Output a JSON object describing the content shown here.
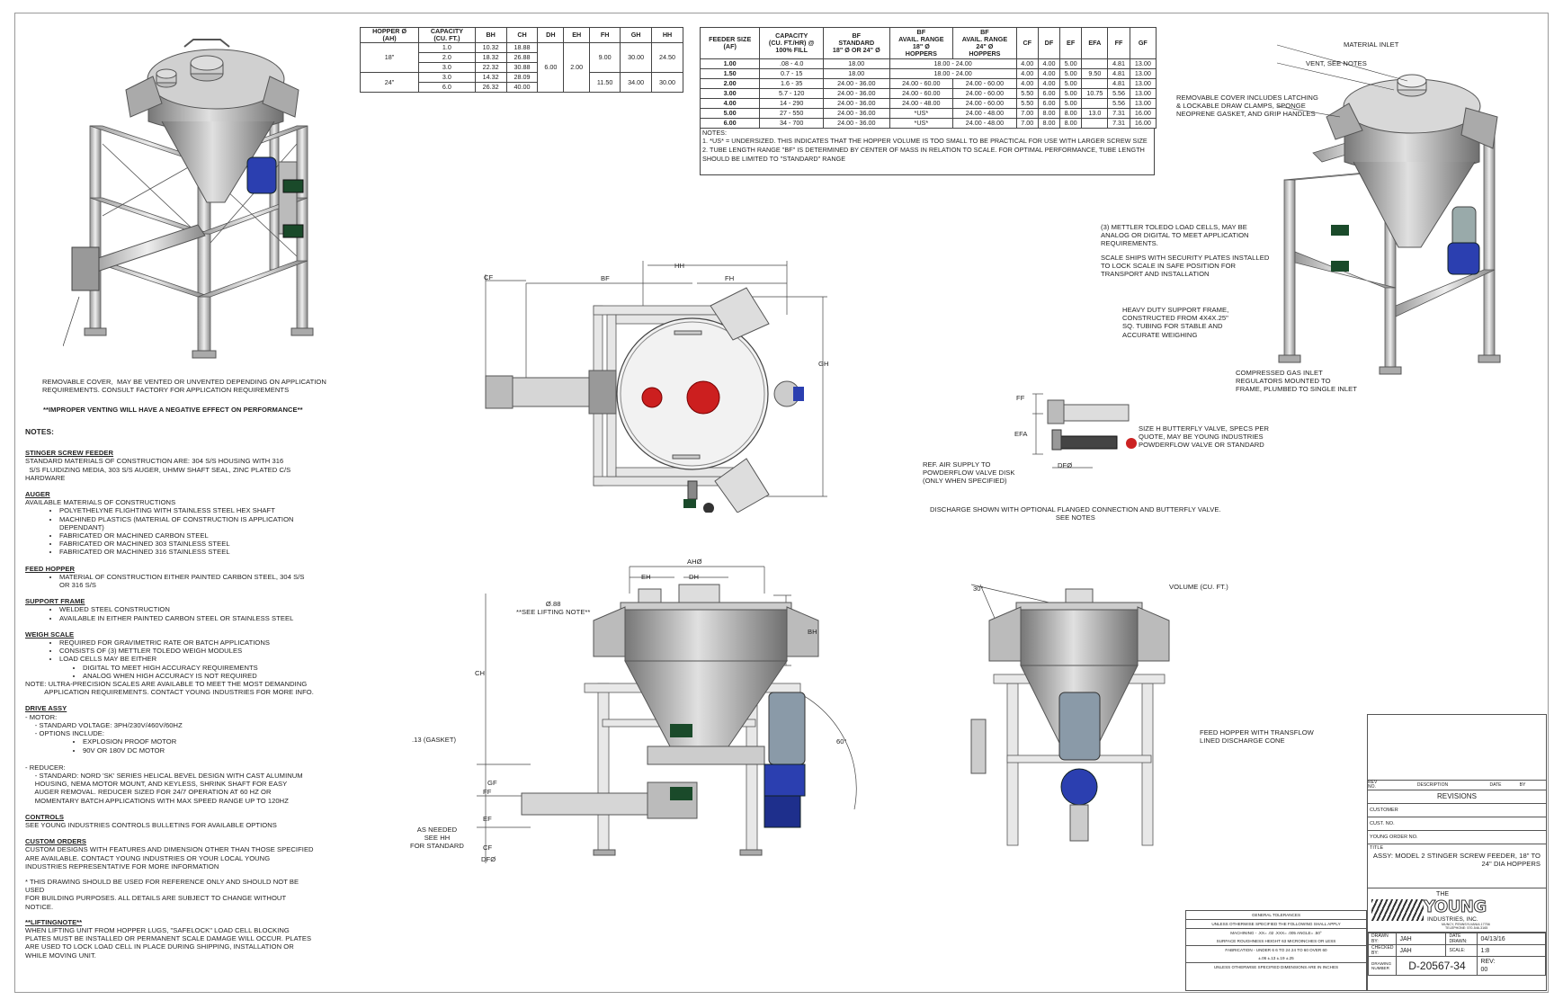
{
  "hopper_table": {
    "headers": [
      "HOPPER Ø\n(AH)",
      "CAPACITY\n(CU. FT.)",
      "BH",
      "CH",
      "DH",
      "EH",
      "FH",
      "GH",
      "HH"
    ],
    "rows": [
      [
        "",
        "1.0",
        "10.32",
        "18.88"
      ],
      [
        "18\"",
        "2.0",
        "18.32",
        "26.88"
      ],
      [
        "",
        "3.0",
        "22.32",
        "30.88"
      ],
      [
        "24\"",
        "3.0",
        "14.32",
        "28.09"
      ],
      [
        "",
        "6.0",
        "26.32",
        "40.00"
      ]
    ],
    "dh": "6.00",
    "eh": "2.00",
    "fh_18": "9.00",
    "gh_18": "30.00",
    "hh_18": "24.50",
    "fh_24": "11.50",
    "gh_24": "34.00",
    "hh_24": "30.00"
  },
  "feeder_table": {
    "headers": [
      "FEEDER SIZE\n(AF)",
      "CAPACITY\n(CU. FT./HR) @\n100% FILL",
      "BF\nSTANDARD\n18\" Ø OR 24\" Ø",
      "BF\nAVAIL. RANGE\n18\" Ø\nHOPPERS",
      "BF\nAVAIL. RANGE\n24\" Ø\nHOPPERS",
      "CF",
      "DF",
      "EF",
      "EFA",
      "FF",
      "GF"
    ],
    "rows": [
      [
        "1.00",
        ".08 - 4.0",
        "18.00",
        "18.00 - 24.00",
        "",
        "4.00",
        "4.00",
        "5.00",
        "",
        "4.81",
        "13.00"
      ],
      [
        "1.50",
        "0.7 - 15",
        "18.00",
        "18.00 - 24.00",
        "",
        "4.00",
        "4.00",
        "5.00",
        "9.50",
        "4.81",
        "13.00"
      ],
      [
        "2.00",
        "1.6 - 35",
        "24.00 - 36.00",
        "24.00 - 60.00",
        "24.00 - 60.00",
        "4.00",
        "4.00",
        "5.00",
        "",
        "4.81",
        "13.00"
      ],
      [
        "3.00",
        "5.7 - 120",
        "24.00 - 36.00",
        "24.00 - 60.00",
        "24.00 - 60.00",
        "5.50",
        "6.00",
        "5.00",
        "10.75",
        "5.56",
        "13.00"
      ],
      [
        "4.00",
        "14 - 290",
        "24.00 - 36.00",
        "24.00 - 48.00",
        "24.00 - 60.00",
        "5.50",
        "6.00",
        "5.00",
        "",
        "5.56",
        "13.00"
      ],
      [
        "5.00",
        "27 - 550",
        "24.00 - 36.00",
        "*US*",
        "24.00 - 48.00",
        "7.00",
        "8.00",
        "8.00",
        "13.0",
        "7.31",
        "16.00"
      ],
      [
        "6.00",
        "34 - 700",
        "24.00 - 36.00",
        "*US*",
        "24.00 - 48.00",
        "7.00",
        "8.00",
        "8.00",
        "",
        "7.31",
        "16.00"
      ]
    ],
    "notes_title": "NOTES:",
    "note1": "1.  *US* = UNDERSIZED. THIS INDICATES THAT THE HOPPER VOLUME IS TOO SMALL TO BE PRACTICAL FOR USE WITH LARGER SCREW SIZE",
    "note2": "2.  TUBE LENGTH RANGE \"BF\" IS DETERMINED BY CENTER OF MASS IN RELATION TO SCALE. FOR OPTIMAL PERFORMANCE, TUBE LENGTH SHOULD BE LIMITED TO \"STANDARD\" RANGE"
  },
  "callouts": {
    "removable_cover_left": "REMOVABLE COVER,  MAY BE VENTED OR UNVENTED DEPENDING ON APPLICATION\nREQUIREMENTS. CONSULT FACTORY FOR APPLICATION REQUIREMENTS",
    "improper_venting": "**IMPROPER VENTING WILL HAVE A NEGATIVE EFFECT ON PERFORMANCE**",
    "material_inlet": "MATERIAL INLET",
    "vent": "VENT, SEE NOTES",
    "removable_cover_right": "REMOVABLE COVER INCLUDES LATCHING\n& LOCKABLE DRAW CLAMPS, SPONGE\nNEOPRENE GASKET, AND GRIP HANDLES",
    "load_cells": "(3) METTLER TOLEDO LOAD CELLS, MAY BE\nANALOG OR DIGITAL TO MEET APPLICATION\nREQUIREMENTS.",
    "scale_ships": "SCALE SHIPS WITH SECURITY PLATES INSTALLED\nTO LOCK SCALE IN SAFE POSITION FOR\nTRANSPORT AND INSTALLATION",
    "support_frame": "HEAVY DUTY SUPPORT FRAME,\nCONSTRUCTED FROM 4X4X.25\"\nSQ. TUBING FOR STABLE AND\nACCURATE WEIGHING",
    "compressed_gas": "COMPRESSED GAS INLET\nREGULATORS MOUNTED TO\nFRAME, PLUMBED TO SINGLE INLET",
    "butterfly": "SIZE H BUTTERFLY VALVE, SPECS PER\nQUOTE, MAY BE YOUNG INDUSTRIES\nPOWDERFLOW VALVE OR STANDARD",
    "ref_air": "REF. AIR SUPPLY TO\nPOWDERFLOW VALVE DISK\n(ONLY WHEN SPECIFIED)",
    "discharge": "DISCHARGE SHOWN WITH OPTIONAL FLANGED CONNECTION AND BUTTERFLY VALVE.\nSEE NOTES",
    "volume": "VOLUME (CU. FT.)",
    "feed_hopper": "FEED HOPPER WITH TRANSFLOW\nLINED DISCHARGE CONE",
    "lifting": "Ø.88\n**SEE LIFTING NOTE**",
    "gasket": ".13 (GASKET)",
    "as_needed": "AS NEEDED\nSEE HH\nFOR STANDARD"
  },
  "dims": {
    "cf": "CF",
    "bf": "BF",
    "hh": "HH",
    "fh": "FH",
    "gh": "GH",
    "ah": "AHØ",
    "eh": "EH",
    "dh": "DH",
    "bh": "BH",
    "ch": "CH",
    "gf": "GF",
    "ff": "FF",
    "ef": "EF",
    "cf2": "CF",
    "df": "DFØ",
    "angle60": "60°",
    "angle30": "30°",
    "ff_small": "FF",
    "efa": "EFA",
    "df_small": "DFØ"
  },
  "notes": {
    "title": "NOTES:",
    "stinger_h": "STINGER SCREW FEEDER",
    "stinger": "STANDARD MATERIALS OF CONSTRUCTION ARE: 304 S/S HOUSING WITH 316\n  S/S FLUIDIZING MEDIA, 303 S/S AUGER, UHMW SHAFT SEAL, ZINC PLATED C/S\nHARDWARE",
    "auger_h": "AUGER",
    "auger_intro": "AVAILABLE MATERIALS OF CONSTRUCTIONS",
    "auger_items": [
      "POLYETHELYNE FLIGHTING WITH STAINLESS STEEL HEX SHAFT",
      "MACHINED PLASTICS (MATERIAL OF CONSTRUCTION IS APPLICATION\nDEPENDANT)",
      "FABRICATED OR MACHINED CARBON STEEL",
      "FABRICATED OR MACHINED 303 STAINLESS STEEL",
      "FABRICATED OR MACHINED 316 STAINLESS STEEL"
    ],
    "feed_h": "FEED HOPPER",
    "feed_items": [
      "MATERIAL OF CONSTRUCTION EITHER PAINTED CARBON STEEL, 304 S/S\nOR 316 S/S"
    ],
    "support_h": "SUPPORT FRAME",
    "support_items": [
      "WELDED STEEL CONSTRUCTION",
      "AVAILABLE IN EITHER PAINTED CARBON STEEL OR STAINLESS STEEL"
    ],
    "weigh_h": "WEIGH SCALE",
    "weigh_items": [
      "REQUIRED FOR GRAVIMETRIC RATE OR BATCH APPLICATIONS",
      "CONSISTS OF (3) METTLER TOLEDO WEIGH MODULES",
      "LOAD CELLS MAY BE EITHER"
    ],
    "weigh_sub": [
      "DIGITAL TO MEET HIGH ACCURACY REQUIREMENTS",
      "ANALOG WHEN HIGH ACCURACY IS NOT REQUIRED"
    ],
    "weigh_note": "NOTE: ULTRA-PRECISION SCALES ARE AVAILABLE TO MEET THE MOST DEMANDING\n          APPLICATION REQUIREMENTS. CONTACT YOUNG INDUSTRIES FOR MORE INFO.",
    "drive_h": "DRIVE ASSY",
    "drive_motor": "- MOTOR:\n     - STANDARD VOLTAGE: 3PH/230V/460V/60HZ\n     - OPTIONS INCLUDE:",
    "drive_opts": [
      "EXPLOSION PROOF MOTOR",
      "90V OR 180V DC MOTOR"
    ],
    "drive_reducer": "- REDUCER:\n     - STANDARD: NORD 'SK' SERIES HELICAL BEVEL DESIGN WITH CAST ALUMINUM\n     HOUSING, NEMA MOTOR MOUNT, AND KEYLESS, SHRINK SHAFT FOR EASY\n     AUGER REMOVAL. REDUCER SIZED FOR 24/7 OPERATION AT 60 HZ OR\n     MOMENTARY BATCH APPLICATIONS WITH MAX SPEED RANGE UP TO 120HZ",
    "controls_h": "CONTROLS",
    "controls": "SEE YOUNG INDUSTRIES CONTROLS BULLETINS FOR AVAILABLE OPTIONS",
    "custom_h": "CUSTOM ORDERS",
    "custom": "CUSTOM DESIGNS WITH FEATURES AND DIMENSION OTHER THAN THOSE SPECIFIED\nARE AVAILABLE. CONTACT YOUNG INDUSTRIES OR YOUR LOCAL YOUNG\nINDUSTRIES REPRESENTATIVE FOR MORE INFORMATION",
    "reference": "* THIS DRAWING SHOULD BE USED FOR REFERENCE ONLY AND SHOULD NOT BE\nUSED\nFOR BUILDING PURPOSES. ALL DETAILS ARE SUBJECT TO CHANGE WITHOUT\nNOTICE.",
    "lifting_h": "**LIFTINGNOTE**",
    "lifting": "WHEN LIFTING UNIT FROM HOPPER LUGS, \"SAFELOCK\" LOAD CELL BLOCKING\nPLATES MUST BE INSTALLED OR PERMANENT SCALE DAMAGE WILL OCCUR. PLATES\nARE USED TO LOCK LOAD CELL IN PLACE DURING SHIPPING, INSTALLATION OR\nWHILE MOVING UNIT."
  },
  "title_block": {
    "rev_hdr": [
      "REV\nNO.",
      "DESCRIPTION",
      "DATE",
      "BY"
    ],
    "revisions": "REVISIONS",
    "customer": "CUSTOMER",
    "cust_no": "CUST. NO.",
    "young_order": "YOUNG ORDER NO.",
    "title_lbl": "TITLE",
    "title": "ASSY: MODEL 2 STINGER SCREW FEEDER, 18\" TO\n24\" DIA HOPPERS",
    "tol_title": "GENERAL TOLERANCES",
    "tol_1": "UNLESS OTHERWISE SPECIFIED THE FOLLOWING SHALL APPLY",
    "tol_2": "MACHINING - .XX= .02  .XXX= .005  ANGLE= .50°",
    "tol_3": "SURFACE ROUGHNESS HEIGHT 63 MICROINCHES OR LESS",
    "tol_4": "FABRICATION - UNDER 6   6 TO 24   24 TO 60   OVER 60",
    "tol_5": "±.06     ±.13     ±.19     ±.25",
    "tol_6": "UNLESS OTHERWISE SPECIFIED DIMENSIONS ARE IN INCHES",
    "logo_the": "THE",
    "logo_young": "YOUNG",
    "logo_ind": "INDUSTRIES,     INC.",
    "logo_addr": "MUNCY, PENNSYLVANIA      17756",
    "logo_tel": "TELEPHONE:      570-546-3165",
    "drawn_lbl": "DRAWN BY:",
    "drawn": "JAH",
    "date_lbl": "DATE DRAWN:",
    "date": "04/13/16",
    "checked_lbl": "CHECKED BY:",
    "checked": "JAH",
    "scale_lbl": "SCALE:",
    "scale": "1:8",
    "dwg_lbl": "DRAWING\nNUMBER",
    "dwg": "D-20567-34",
    "rev_lbl": "REV:",
    "rev": "00"
  }
}
